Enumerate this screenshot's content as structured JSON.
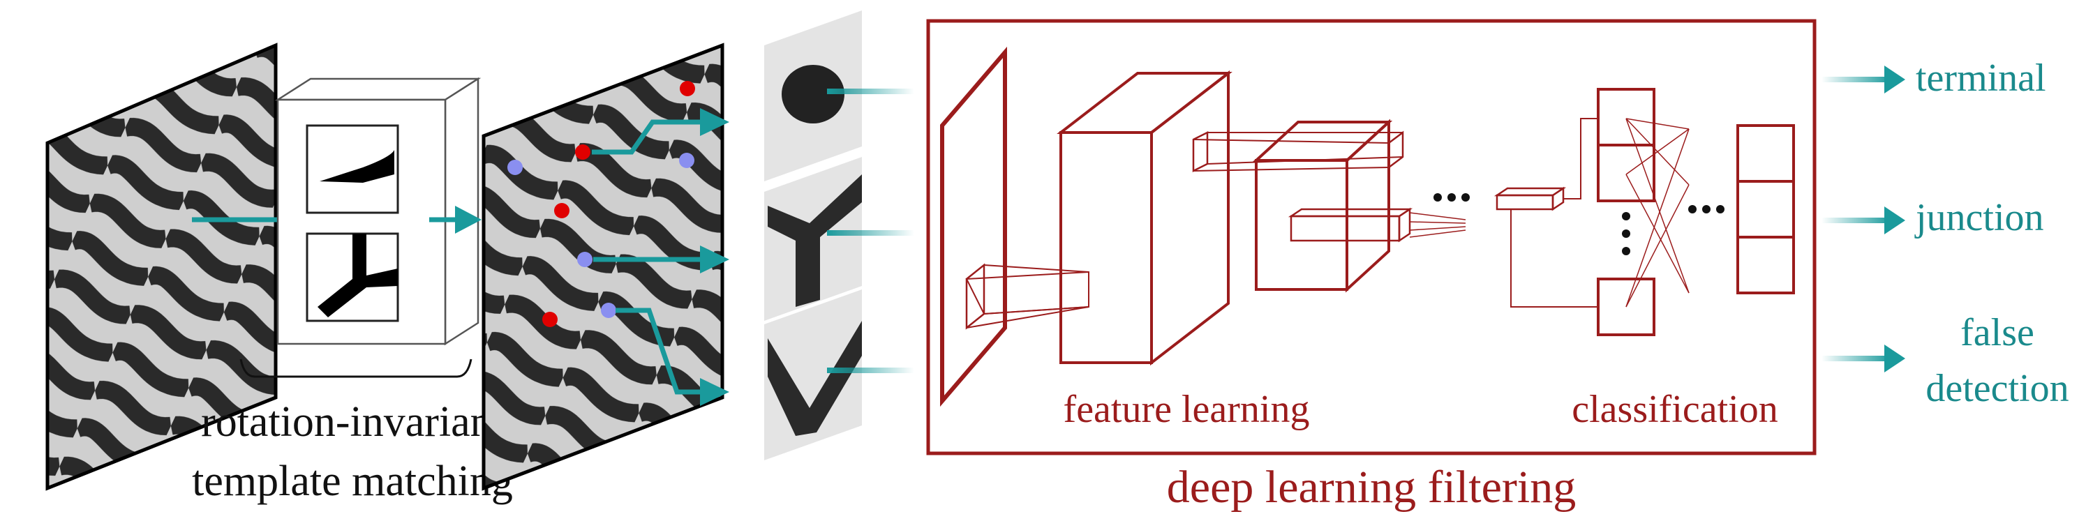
{
  "labels": {
    "template_matching_line1": "rotation-invariant",
    "template_matching_line2": "template matching",
    "feature_learning": "feature learning",
    "classification": "classification",
    "deep_learning_filtering": "deep learning filtering",
    "output_terminal": "terminal",
    "output_junction": "junction",
    "output_false_line1": "false",
    "output_false_line2": "detection"
  },
  "legend_dots": {
    "terminal_color": "#e00000",
    "junction_color": "#8a8ff0"
  },
  "colors": {
    "teal": "#1a9a9c",
    "dark_red": "#9b1c1c",
    "black": "#111111"
  }
}
